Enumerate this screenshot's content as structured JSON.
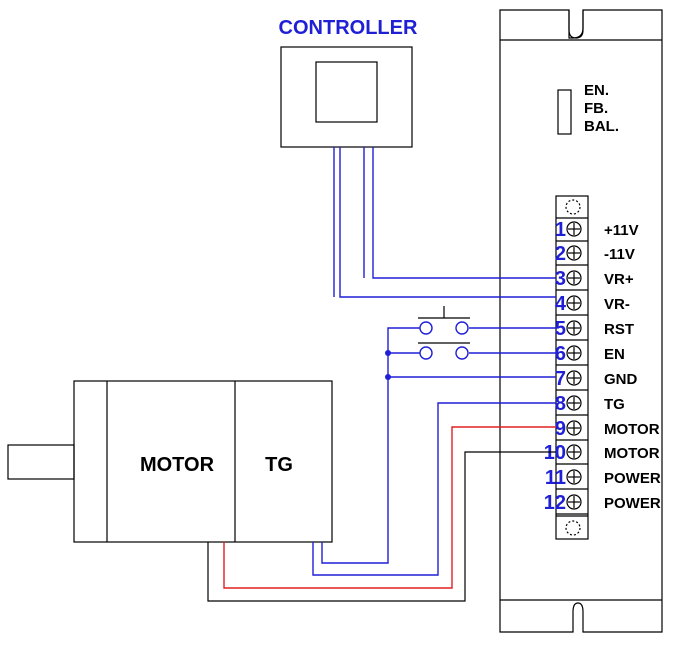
{
  "controller": {
    "title": "CONTROLLER"
  },
  "driver": {
    "indicators": [
      "EN.",
      "FB.",
      "BAL."
    ],
    "terminals": [
      {
        "num": "1",
        "label": "+11V"
      },
      {
        "num": "2",
        "label": "-11V"
      },
      {
        "num": "3",
        "label": "VR+"
      },
      {
        "num": "4",
        "label": "VR-"
      },
      {
        "num": "5",
        "label": "RST"
      },
      {
        "num": "6",
        "label": "EN"
      },
      {
        "num": "7",
        "label": "GND"
      },
      {
        "num": "8",
        "label": "TG"
      },
      {
        "num": "9",
        "label": "MOTOR"
      },
      {
        "num": "10",
        "label": "MOTOR"
      },
      {
        "num": "11",
        "label": "POWER"
      },
      {
        "num": "12",
        "label": "POWER"
      }
    ]
  },
  "motor": {
    "motor_label": "MOTOR",
    "tg_label": "TG"
  },
  "colors": {
    "blue_wire": "#1f1fd6",
    "red_wire": "#e02020",
    "black_wire": "#000000",
    "label_blue": "#1f1fd6"
  }
}
